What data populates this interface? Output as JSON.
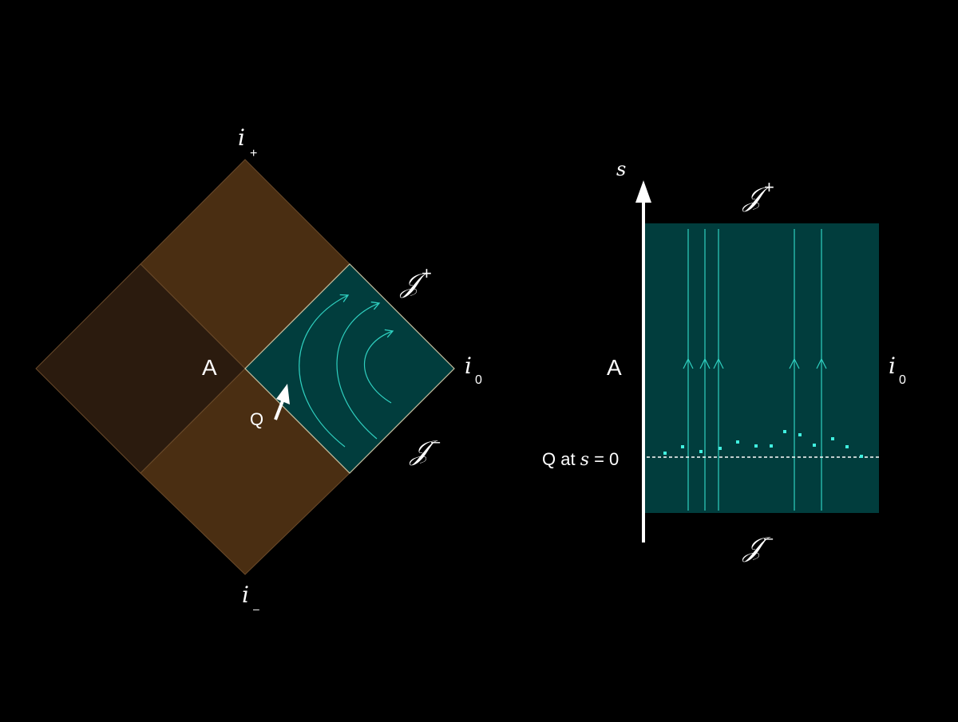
{
  "colors": {
    "background": "#000000",
    "brown_light": "#4a2e12",
    "brown_dark": "#2b1b0e",
    "teal_region": "#013d3d",
    "teal_line": "#2fd0c0",
    "cyan_dots": "#40f0e0",
    "white": "#ffffff"
  },
  "left_diagram": {
    "label_i_plus": "i",
    "label_i_plus_sub": "+",
    "label_i_minus": "i",
    "label_i_minus_sub": "–",
    "label_i_zero": "i",
    "label_i_zero_sub": "0",
    "label_scri_plus": "𝒥",
    "label_scri_plus_sup": "+",
    "label_scri_minus": "𝒥",
    "label_scri_minus_sup": "–",
    "label_A": "A",
    "label_Q": "Q",
    "arrow_icon": "arrow-up-right-icon"
  },
  "right_diagram": {
    "axis_label": "s",
    "label_scri_plus": "𝒥",
    "label_scri_plus_sup": "+",
    "label_scri_minus": "𝒥",
    "label_scri_minus_sup": "–",
    "label_A": "A",
    "label_i_zero": "i",
    "label_i_zero_sub": "0",
    "q_label_prefix": "Q at ",
    "q_label_var": "s",
    "q_label_suffix": " = 0"
  }
}
